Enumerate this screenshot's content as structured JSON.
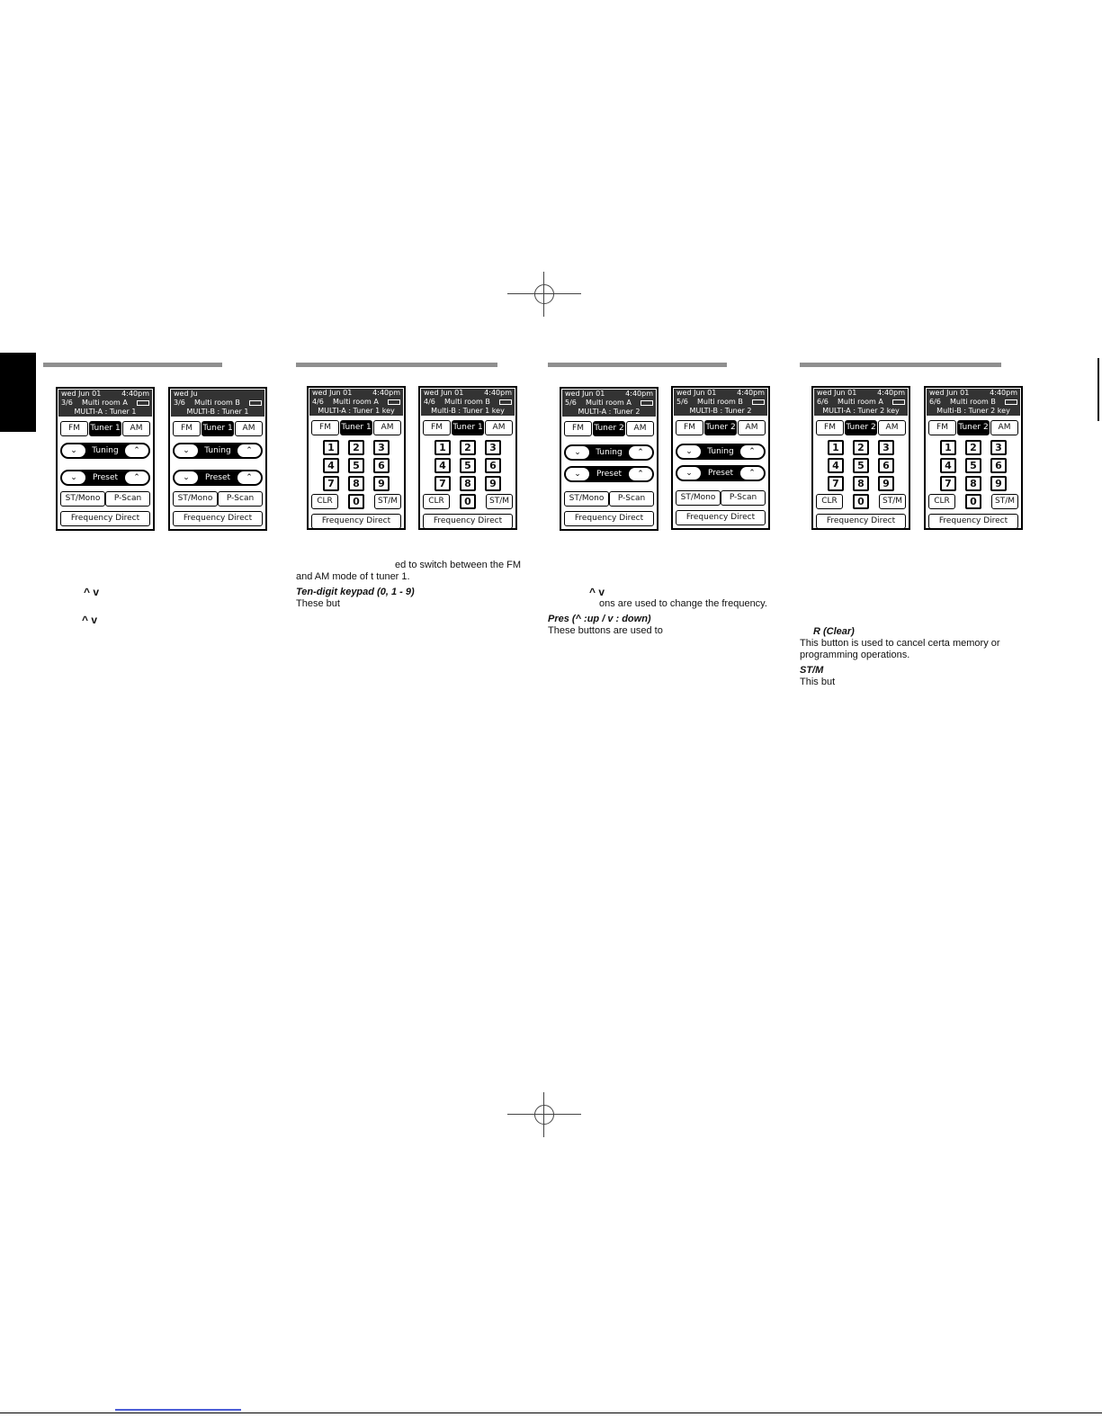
{
  "screens": [
    {
      "date": "wed Jun 01",
      "time": "4:40pm",
      "page": "3/6",
      "room": "Multi room A",
      "title": "MULTI-A : Tuner 1",
      "tuner": "Tuner 1"
    },
    {
      "date": "wed Ju",
      "time": "",
      "page": "3/6",
      "room": "Multi room B",
      "title": "MULTI-B : Tuner 1",
      "tuner": "Tuner 1"
    },
    {
      "date": "wed Jun 01",
      "time": "4:40pm",
      "page": "4/6",
      "room": "Multi room A",
      "title": "MULTI-A : Tuner 1 key",
      "tuner": "Tuner 1"
    },
    {
      "date": "wed Jun 01",
      "time": "4:40pm",
      "page": "4/6",
      "room": "Multi room B",
      "title": "Multi-B : Tuner 1 key",
      "tuner": "Tuner 1"
    },
    {
      "date": "wed Jun 01",
      "time": "4:40pm",
      "page": "5/6",
      "room": "Multi room A",
      "title": "MULTI-A : Tuner 2",
      "tuner": "Tuner 2"
    },
    {
      "date": "wed Jun 01",
      "time": "4:40pm",
      "page": "5/6",
      "room": "Multi room B",
      "title": "MULTI-B : Tuner 2",
      "tuner": "Tuner 2"
    },
    {
      "date": "wed Jun 01",
      "time": "4:40pm",
      "page": "6/6",
      "room": "Multi room A",
      "title": "MULTI-A : Tuner 2 key",
      "tuner": "Tuner 2"
    },
    {
      "date": "wed Jun 01",
      "time": "4:40pm",
      "page": "6/6",
      "room": "Multi room B",
      "title": "Multi-B : Tuner 2 key",
      "tuner": "Tuner 2"
    }
  ],
  "labels": {
    "fm": "FM",
    "am": "AM",
    "tuning": "Tuning",
    "preset": "Preset",
    "stmono": "ST/Mono",
    "pscan": "P-Scan",
    "freq": "Frequency Direct",
    "clr": "CLR",
    "stm": "ST/M",
    "up_glyph": "⌃",
    "down_glyph": "⌄",
    "keys": [
      "1",
      "2",
      "3",
      "4",
      "5",
      "6",
      "7",
      "8",
      "9"
    ],
    "zero": "0"
  },
  "text": {
    "c1_arrows": "^      v",
    "c2_line1": "ed to switch between the FM",
    "c2_line2": "and  AM mode of t     tuner 1.",
    "c2_heading": "Ten-digit keypad (0, 1 - 9)",
    "c2_body": "These  but",
    "c3_arrows": "^      v",
    "c3_line1": "ons are used to change the frequency.",
    "c3_heading": "Pres     (^ :up / v : down)",
    "c3_body": "These  buttons  are  used  to",
    "c4_heading1": "R (Clear)",
    "c4_body1": "This button is used to cancel certa     memory or",
    "c4_body2": "programming operations.",
    "c4_heading2": "ST/M",
    "c4_body3": "This but"
  }
}
